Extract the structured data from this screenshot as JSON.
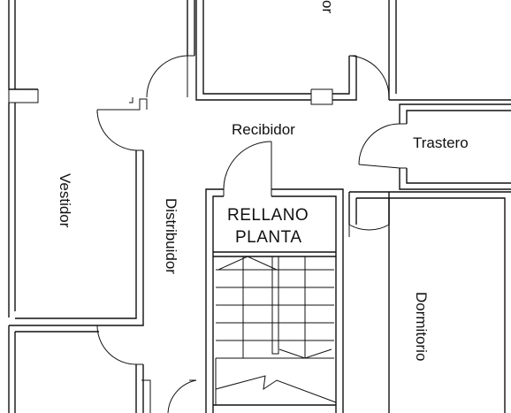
{
  "plan": {
    "rooms": {
      "top_cut": "or",
      "recibidor": "Recibidor",
      "trastero": "Trastero",
      "vestidor": "Vestidor",
      "distribuidor": "Distribuidor",
      "rellano_line1": "RELLANO",
      "rellano_line2": "PLANTA",
      "dormitorio": "Dormitorio"
    }
  }
}
